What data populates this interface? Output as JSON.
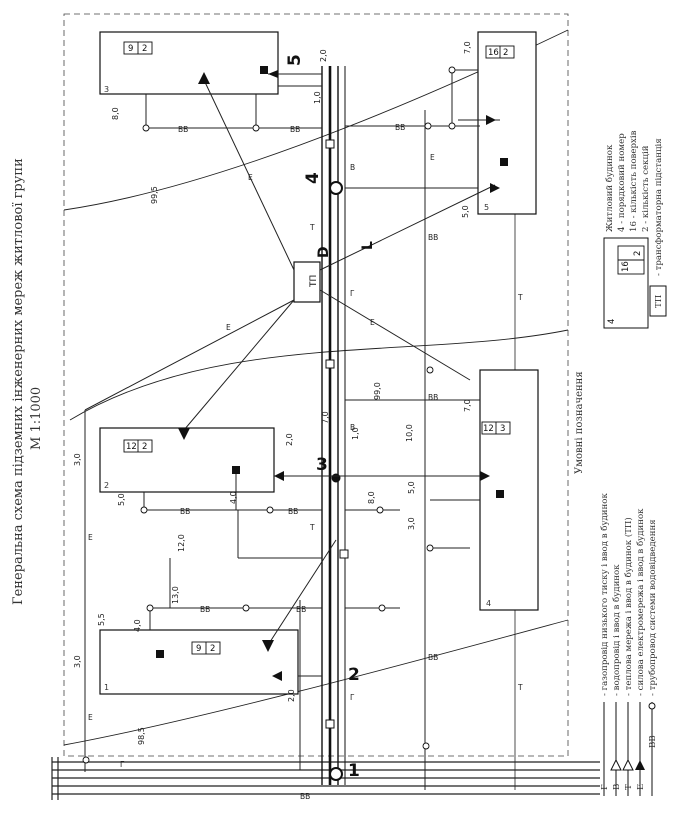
{
  "title": "Генеральна схема підземних інженерних мереж житлової групи",
  "scale": "М 1:1000",
  "legend": {
    "heading": "Умовні позначення",
    "items": [
      {
        "code": "Г",
        "text": "- газопровід низького тиску і ввод в будинок"
      },
      {
        "code": "В",
        "text": "- водопровід і ввод в будинок"
      },
      {
        "code": "Т",
        "text": "- теплова мережа і ввод в будинок (ТП)"
      },
      {
        "code": "Е",
        "text": "- силова електромережа і ввод в будинок"
      },
      {
        "code": "ВВ",
        "text": "- трубопровод системи водовідведення"
      }
    ],
    "building": {
      "label": "Житловий будинок",
      "num": "4",
      "num_desc": "4 - порядковий номер",
      "floors": "16",
      "floors_desc": "16 - кількість поверхів",
      "sections": "2",
      "sections_desc": "2 - кількість секцій"
    },
    "tp": {
      "code": "ТП",
      "text": "- трансформаторна підстанція"
    }
  },
  "contours": [
    "99,5",
    "99,0",
    "98,5"
  ],
  "tp_label": "ТП",
  "buildings": [
    {
      "num": "1",
      "floors": "9",
      "sections": "2"
    },
    {
      "num": "2",
      "floors": "12",
      "sections": "2"
    },
    {
      "num": "3",
      "floors": "9",
      "sections": "2"
    },
    {
      "num": "4",
      "floors": "12",
      "sections": "3"
    },
    {
      "num": "5",
      "floors": "16",
      "sections": "2"
    }
  ],
  "dims": [
    "2,0",
    "1,0",
    "8,0",
    "7,0",
    "5,0",
    "7,0",
    "1,0",
    "3,0",
    "2,0",
    "5,0",
    "4,0",
    "8,0",
    "10,0",
    "7,0",
    "5,0",
    "3,0",
    "12,0",
    "13,0",
    "5,5",
    "4,0",
    "3,0",
    "2,0"
  ],
  "net_labels": {
    "g": "Г",
    "v": "В",
    "t": "Т",
    "e": "Е",
    "vv": "ВВ"
  },
  "handwritten": [
    "1",
    "2",
    "3",
    "4",
    "5",
    "D",
    "L"
  ]
}
